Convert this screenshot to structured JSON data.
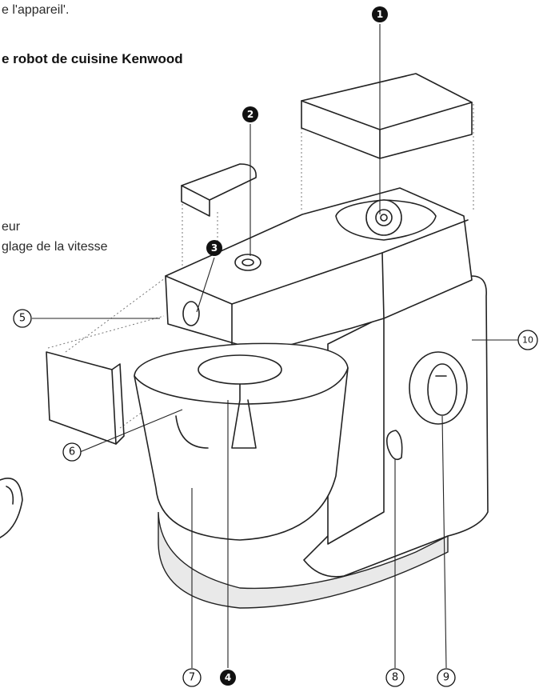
{
  "text_lines": [
    "e l'appareil'.",
    "e robot de cuisine Kenwood",
    "eur",
    "glage de la vitesse"
  ],
  "callouts": {
    "c1": "1",
    "c2": "2",
    "c3": "3",
    "c4": "4",
    "c5": "5",
    "c6": "6",
    "c7": "7",
    "c8": "8",
    "c9": "9",
    "c10": "10"
  }
}
